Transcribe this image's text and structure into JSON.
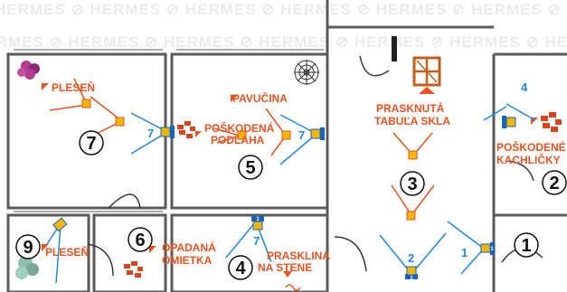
{
  "watermark": {
    "row_top": "HERMES ⊘ HERMES ⊘ HERMES ⊘ HERMES ⊘ HERMES ⊘ HERMES ⊘ HERMES",
    "row_mid": "HERMES ⊘ HERMES ⊘ HERMES ⊘ HERMES ⊘ HERMES ⊘ HERMES ⊘ HERMES"
  },
  "colors": {
    "wall": "#5a5a5a",
    "label": "#e8531f",
    "camera": "#f2b705",
    "camera_blue": "#1565c0",
    "ray": "#1e88e5",
    "room_circle": "#111111"
  },
  "defects": {
    "plesen_top": "PLESEŇ",
    "pavucina": "PAVUČINA",
    "poskodena_podlaha_1": "POŠKODENÁ",
    "poskodena_podlaha_2": "PODLAHA",
    "prasknuta_1": "PRASKNUTÁ",
    "prasknuta_2": "TABUĽA SKLA",
    "poskodene_1": "POŠKODENÉ",
    "poskodene_2": "KACHLIČKY",
    "opadana_1": "OPADANÁ",
    "opadana_2": "OMIETKA",
    "prasklina_1": "PRASKLINA",
    "prasklina_2": "NA STENE",
    "plesen_bottom": "PLESEŇ"
  },
  "rooms": {
    "r1": "1",
    "r2": "2",
    "r3": "3",
    "r4": "4",
    "r5": "5",
    "r6": "6",
    "r7": "7",
    "r9": "9"
  },
  "camera_numbers": {
    "c7a": "7",
    "c7b": "7",
    "c4": "4",
    "c7c": "7",
    "c2": "2",
    "c1": "1"
  },
  "camera_tags": {
    "t2": "1",
    "t1": "1",
    "t7": "1"
  }
}
